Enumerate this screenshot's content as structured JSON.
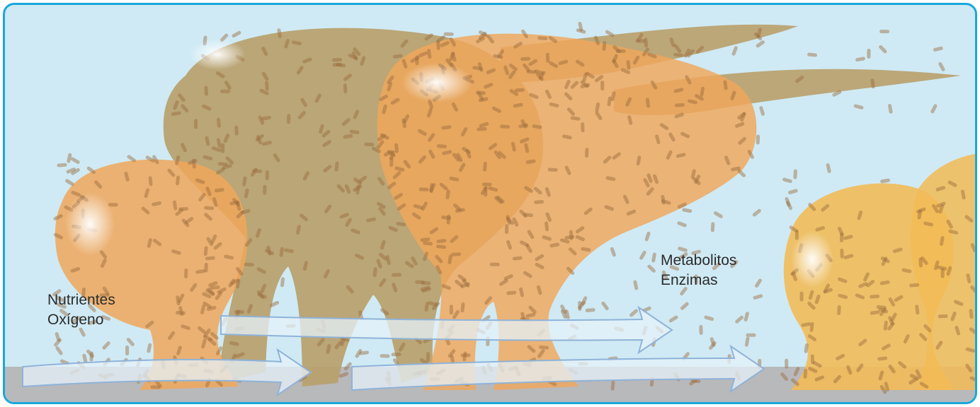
{
  "labels": {
    "inflow": {
      "line1": "Nutrientes",
      "line2": "Oxígeno"
    },
    "outflow": {
      "line1": "Metabolitos",
      "line2": "Enzimas"
    }
  },
  "colors": {
    "background": "#cfeaf4",
    "frame": "#1aa7dc",
    "substrate": "#b8b9bb",
    "old_biofilm": "#b9a06b",
    "young_biofilm": "#f0a75a",
    "bacteria": "#9a6a3c",
    "flow_arrow": "#e6f1f9",
    "flow_arrow_outline": "#8fb3d9"
  },
  "icons": [
    "biofilm-colony",
    "bacteria-cell",
    "flow-arrow"
  ]
}
